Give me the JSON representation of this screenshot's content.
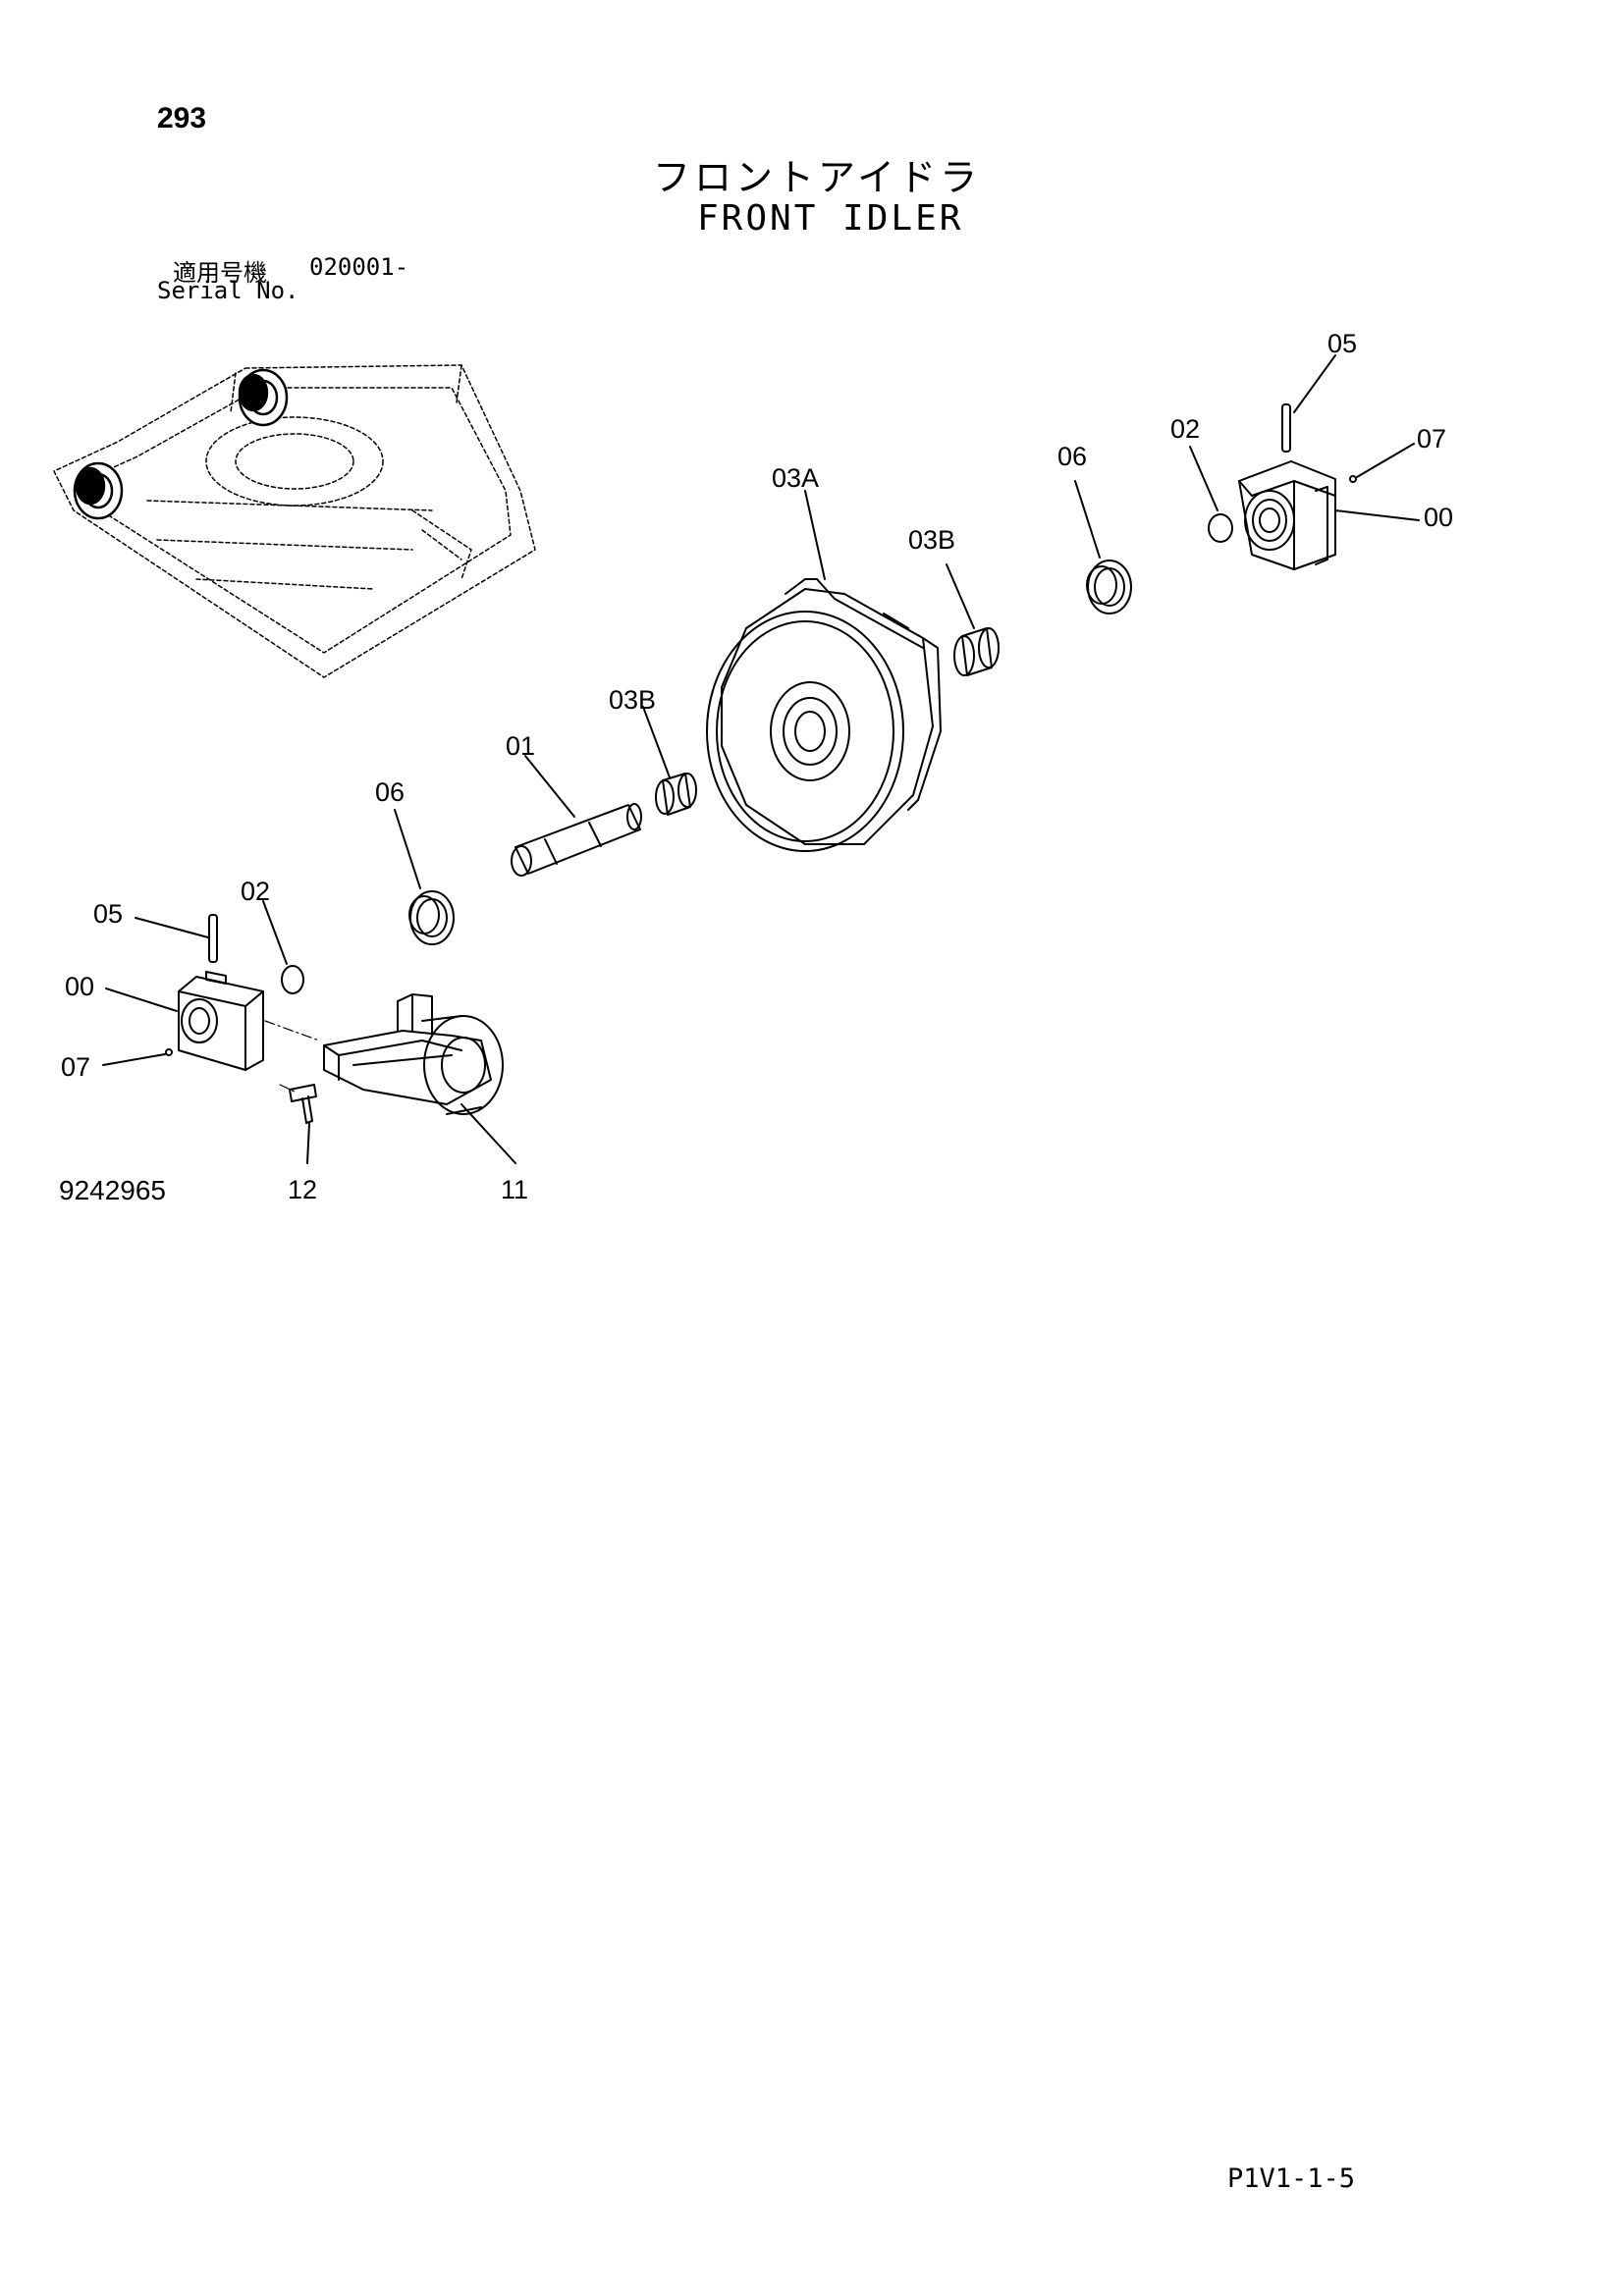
{
  "header": {
    "page_number": "293",
    "title_jp": "フロントアイドラ",
    "title_en": "FRONT IDLER",
    "serial_label_jp": "適用号機",
    "serial_range": "020001-",
    "serial_label_en": "Serial No."
  },
  "callouts": {
    "c05_top": "05",
    "c02_top": "02",
    "c07_top": "07",
    "c00_top": "00",
    "c06_top": "06",
    "c03a": "03A",
    "c03b_top": "03B",
    "c03b_bottom": "03B",
    "c01": "01",
    "c06_bottom": "06",
    "c02_bottom": "02",
    "c05_bottom": "05",
    "c00_bottom": "00",
    "c07_bottom": "07",
    "c12": "12",
    "c11": "11"
  },
  "footer": {
    "drawing_number": "9242965",
    "page_code": "P1V1-1-5"
  }
}
